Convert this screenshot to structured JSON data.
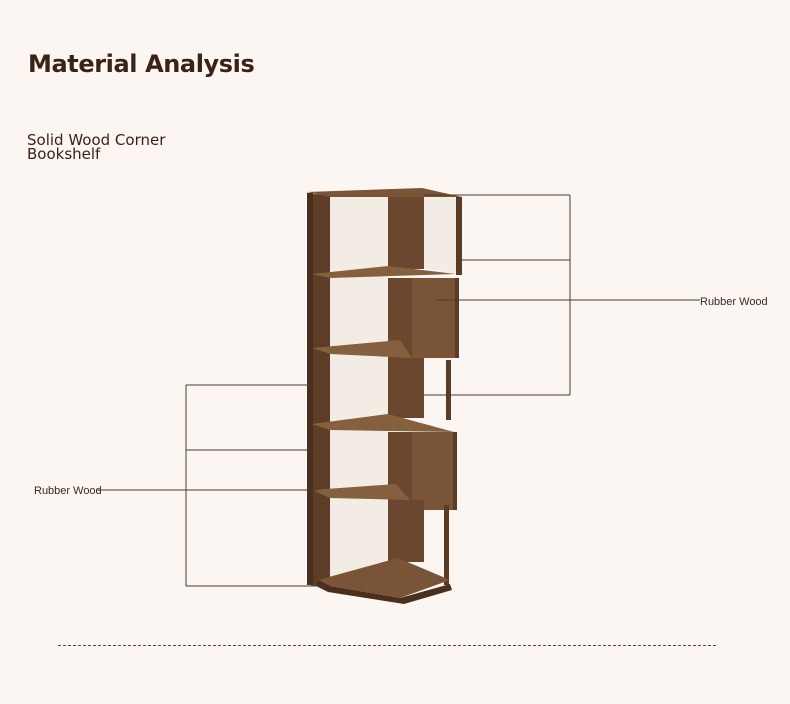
{
  "header": {
    "title": "Material Analysis"
  },
  "product": {
    "name": "Solid Wood Corner Bookshelf"
  },
  "callouts": {
    "right": {
      "label": "Rubber Wood"
    },
    "left": {
      "label": "Rubber Wood"
    }
  },
  "colors": {
    "background": "#fbf6f1",
    "title": "#3b2217",
    "wood_dark": "#5a3b26",
    "wood_mid": "#6e4a31",
    "wood_light": "#85603f",
    "line": "#4a3a30"
  }
}
